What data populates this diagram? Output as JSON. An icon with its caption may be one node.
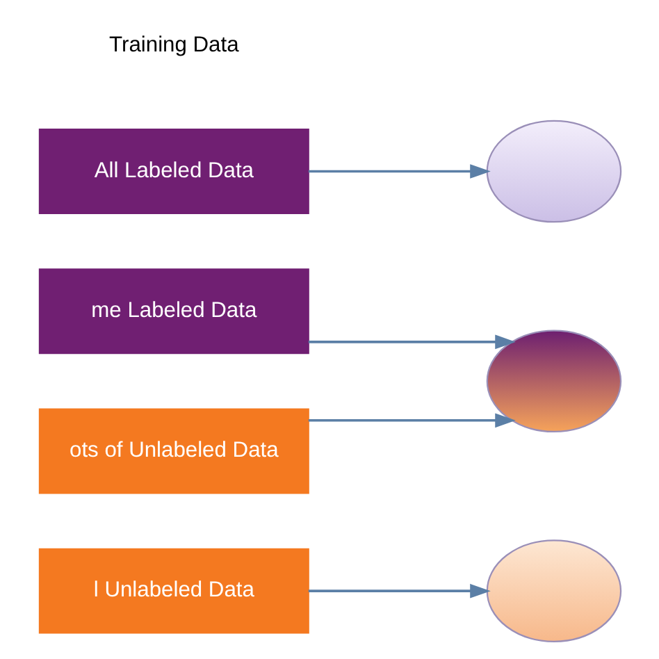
{
  "diagram": {
    "nodes": [
      {
        "text": [
          "All Labeled Data"
        ]
      },
      {
        "text": [],
        "shape": "ellipse"
      },
      {
        "text": [
          "me Labeled Data"
        ]
      },
      {
        "text": [
          "ots of Unlabeled Data"
        ]
      },
      {
        "text": [],
        "shape": "ellipse"
      },
      {
        "text": [
          "l Unlabeled Data"
        ]
      },
      {
        "text": [],
        "shape": "ellipse"
      }
    ],
    "edges": [
      {
        "from": 0,
        "to": 1,
        "arrow": "to"
      },
      {
        "from": 2,
        "to": 4,
        "arrow": "to"
      },
      {
        "from": 3,
        "to": 4,
        "arrow": "to"
      },
      {
        "from": 5,
        "to": 6,
        "arrow": "to"
      }
    ],
    "labels": [
      "Training Data"
    ]
  }
}
